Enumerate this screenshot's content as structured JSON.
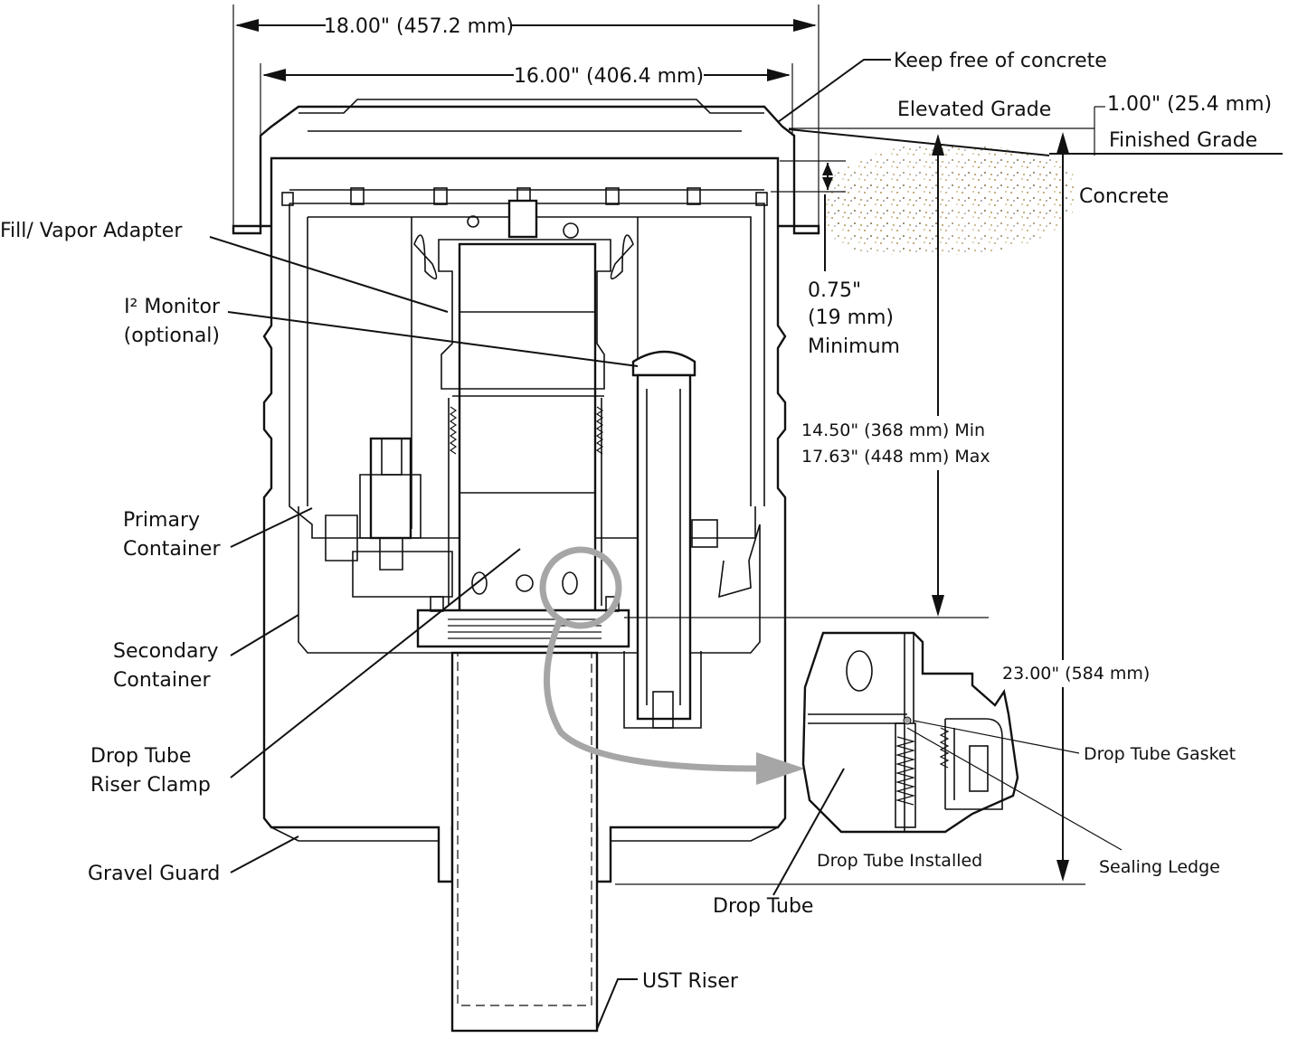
{
  "colors": {
    "ink": "#111111",
    "background": "#ffffff",
    "callout_loop": "#a6a6a6",
    "concrete_speckle": "#b89c62"
  },
  "dimensions": {
    "overall_width": "18.00\" (457.2 mm)",
    "inner_width": "16.00\" (406.4 mm)",
    "grade_offset": "1.00\" (25.4 mm)",
    "min_clearance_value": "0.75\"",
    "min_clearance_mm": "(19 mm)",
    "min_clearance_note": "Minimum",
    "height_min": "14.50\" (368 mm) Min",
    "height_max": "17.63\" (448 mm) Max",
    "overall_height": "23.00\" (584 mm)"
  },
  "grade_labels": {
    "keep_free": "Keep free of concrete",
    "elevated_grade": "Elevated Grade",
    "finished_grade": "Finished Grade",
    "concrete": "Concrete"
  },
  "callouts": {
    "fill_vapor_adapter": "Fill/ Vapor Adapter",
    "monitor_line1": "I² Monitor",
    "monitor_line2": "(optional)",
    "primary_line1": "Primary",
    "primary_line2": "Container",
    "secondary_line1": "Secondary",
    "secondary_line2": "Container",
    "clamp_line1": "Drop Tube",
    "clamp_line2": "Riser Clamp",
    "gravel_guard": "Gravel Guard",
    "drop_tube": "Drop Tube",
    "ust_riser": "UST Riser"
  },
  "detail": {
    "gasket": "Drop Tube Gasket",
    "sealing_ledge": "Sealing Ledge",
    "installed": "Drop Tube Installed"
  }
}
